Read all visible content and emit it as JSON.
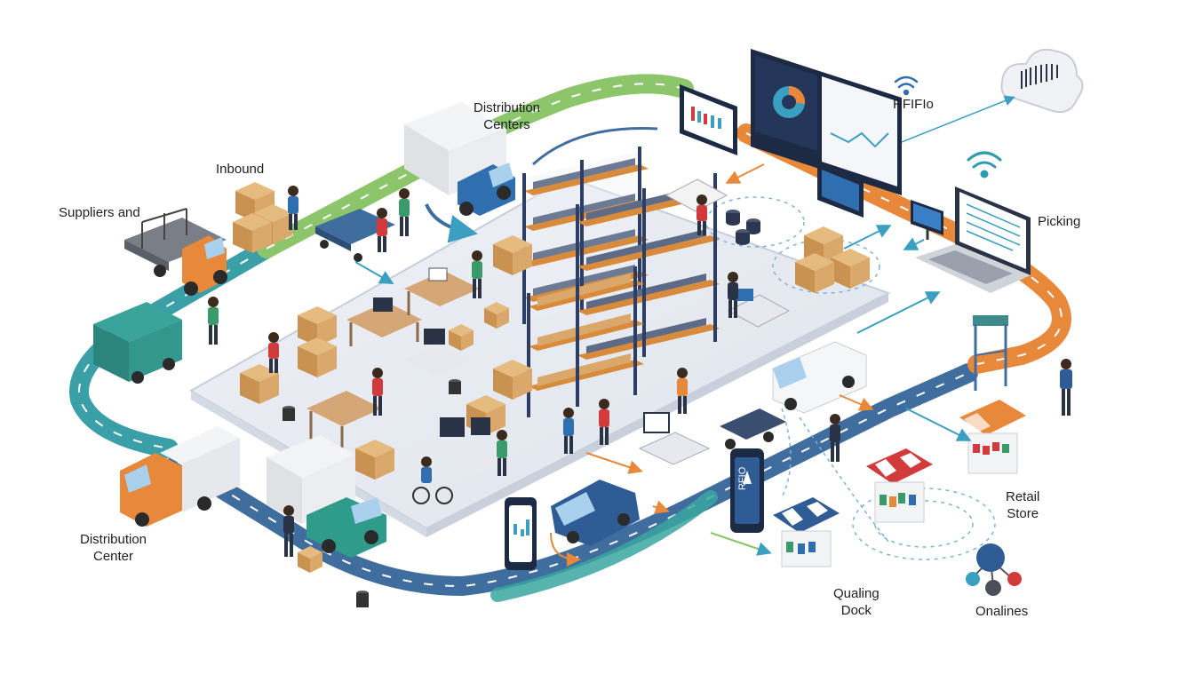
{
  "labels": {
    "distribution_centers": [
      "Distribution",
      "Centers"
    ],
    "inbound": "Inbound",
    "suppliers": "Suppliers and",
    "rfid": "RFIFIo",
    "picking": "Picking",
    "distribution_center": [
      "Distribution",
      "Center"
    ],
    "retail_store": [
      "Retail",
      "Store"
    ],
    "qualing_dock": [
      "Qualing",
      "Dock"
    ],
    "onalines": "Onalines",
    "phone_text": "RFIO"
  },
  "colors": {
    "route_teal": "#3a9fa6",
    "route_blue": "#3f6e9e",
    "route_green": "#8cc56a",
    "route_orange": "#e8883a",
    "floor": "#e4e8f0",
    "rack_frame": "#2c3e66",
    "rack_shelf": "#d98a3a",
    "box": "#d9a86a"
  }
}
